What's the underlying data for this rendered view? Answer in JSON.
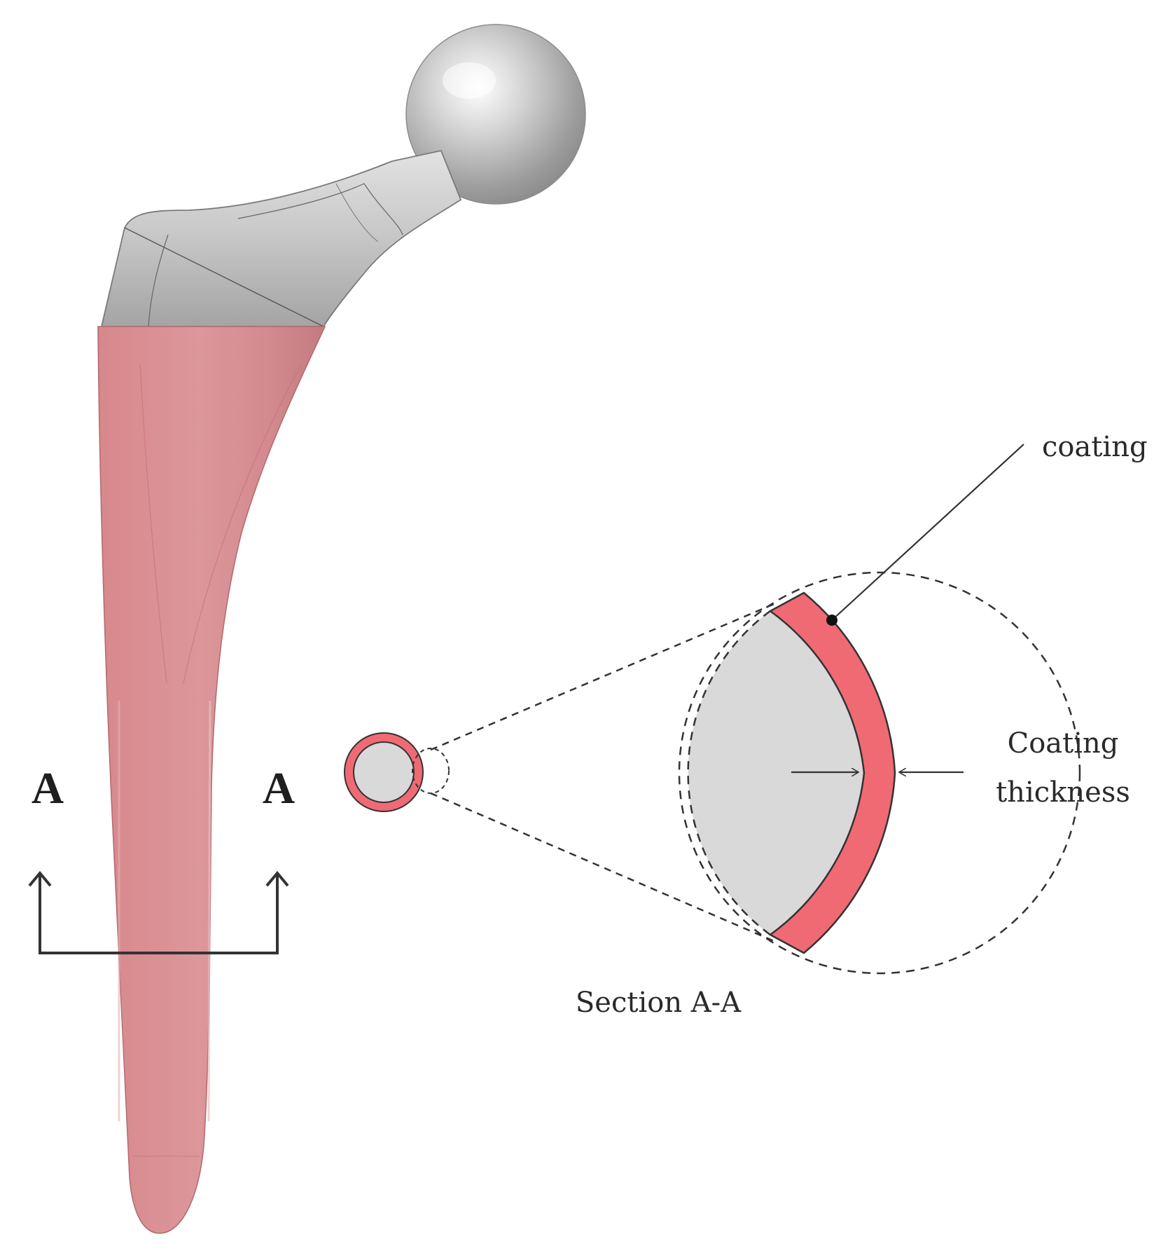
{
  "labels": {
    "section_marker_left": "A",
    "section_marker_right": "A",
    "coating": "coating",
    "coating_thickness_line1": "Coating",
    "coating_thickness_line2": "thickness",
    "section_title": "Section A-A"
  },
  "colors": {
    "coating": "#f06a74",
    "stem_coated": "#d98e92",
    "metal": "#c8c8c8",
    "substrate": "#d9d9d9",
    "outline": "#3a3a3a"
  }
}
